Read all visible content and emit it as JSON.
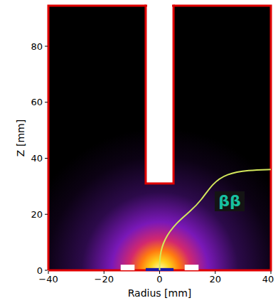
{
  "diagram": {
    "labels": [
      "80",
      "60",
      "40",
      "20",
      "0",
      "Z [mm]",
      "−40",
      "−20",
      "0",
      "20",
      "40",
      "Radius [mm]",
      "ββ"
    ]
  }
}
